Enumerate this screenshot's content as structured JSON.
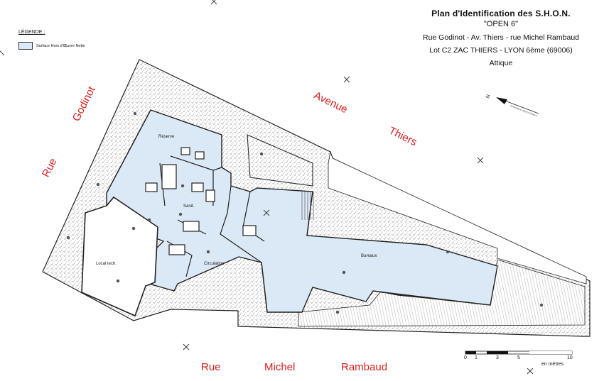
{
  "title": {
    "line1": "Plan d'Identification des S.H.O.N.",
    "line2": "\"OPEN 6\"",
    "line3": "Rue Godinot - Av. Thiers - rue Michel Rambaud",
    "line4": "Lot C2 ZAC THIERS - LYON 6ème (69006)",
    "line5": "Attique"
  },
  "legend": {
    "title": "LÉGENDE :",
    "item_label": "Surface Hors d'Œuvre Nette",
    "item_color": "#dbe8f5"
  },
  "streets": {
    "rue_godinot_1": "Rue",
    "rue_godinot_2": "Godinot",
    "avenue_thiers_1": "Avenue",
    "avenue_thiers_2": "Thiers",
    "rue_rambaud_1": "Rue",
    "rue_rambaud_2": "Michel",
    "rue_rambaud_3": "Rambaud"
  },
  "rooms": {
    "reserve": "Réserve",
    "sanit": "Sanit.",
    "local_tech": "Local tech.",
    "circulation": "Circulation",
    "bureaux": "Bureaux"
  },
  "north": {
    "label": "N",
    "note": "Orientation approximative"
  },
  "scale": {
    "ticks": [
      "0",
      "1",
      "3",
      "5",
      "10"
    ],
    "unit": "en mètres"
  },
  "colors": {
    "shon_fill": "#dbe8f5",
    "street_text": "#d42020",
    "wall": "#222222"
  }
}
